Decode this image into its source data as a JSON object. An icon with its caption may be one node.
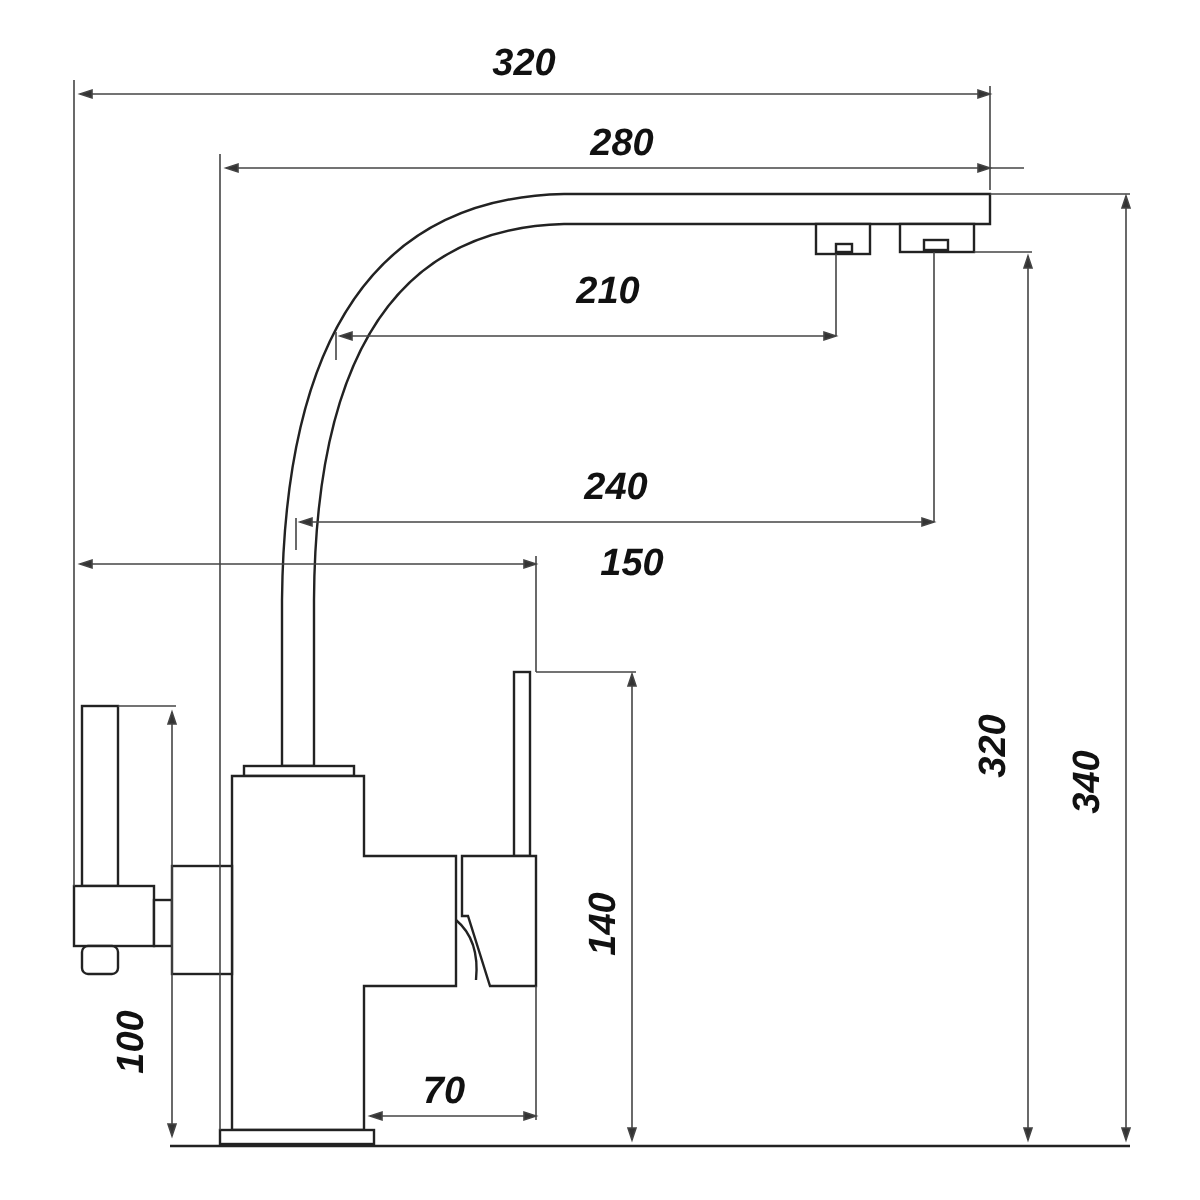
{
  "diagram": {
    "labels": [
      "320",
      "280",
      "210",
      "240",
      "150",
      "320",
      "340",
      "140",
      "100",
      "70"
    ]
  }
}
